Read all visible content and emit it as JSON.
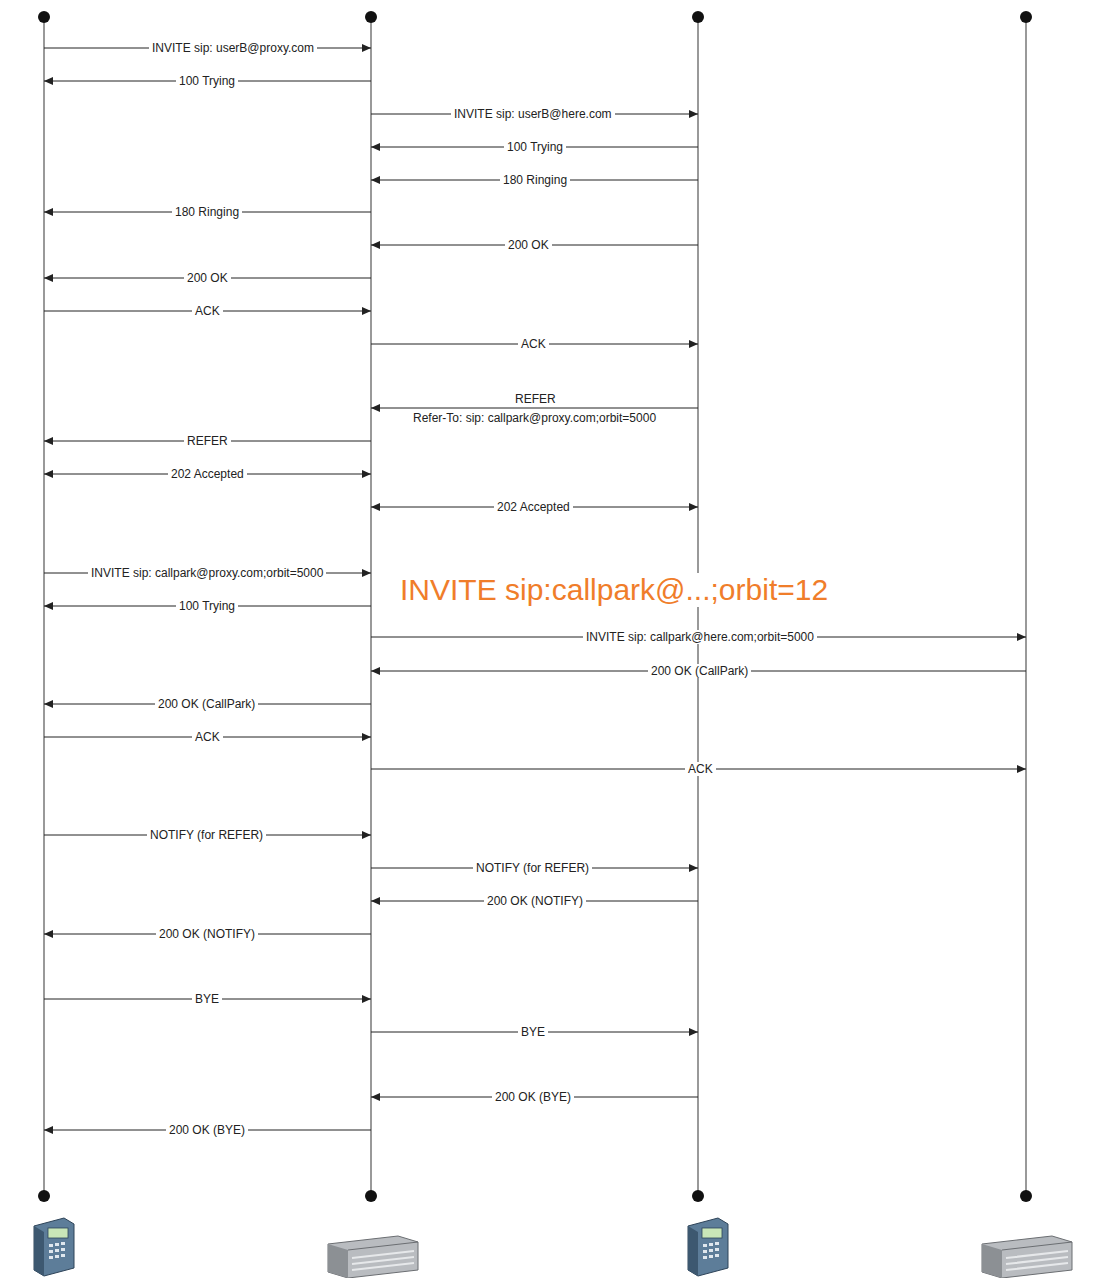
{
  "diagram": {
    "labels": [
      "INVITE sip: userB@proxy.com",
      "100 Trying",
      "INVITE sip: userB@here.com",
      "100 Trying",
      "180 Ringing",
      "180 Ringing",
      "200 OK",
      "200 OK",
      "ACK",
      "ACK",
      "REFER",
      "Refer-To: sip: callpark@proxy.com;orbit=5000",
      "REFER",
      "202 Accepted",
      "202 Accepted",
      "INVITE sip: callpark@proxy.com;orbit=5000",
      "INVITE sip:callpark@...;orbit=12",
      "100 Trying",
      "INVITE sip: callpark@here.com;orbit=5000",
      "200 OK (CallPark)",
      "200 OK (CallPark)",
      "ACK",
      "ACK",
      "NOTIFY (for REFER)",
      "NOTIFY (for REFER)",
      "200 OK (NOTIFY)",
      "200 OK (NOTIFY)",
      "BYE",
      "BYE",
      "200 OK (BYE)",
      "200 OK (BYE)"
    ]
  }
}
